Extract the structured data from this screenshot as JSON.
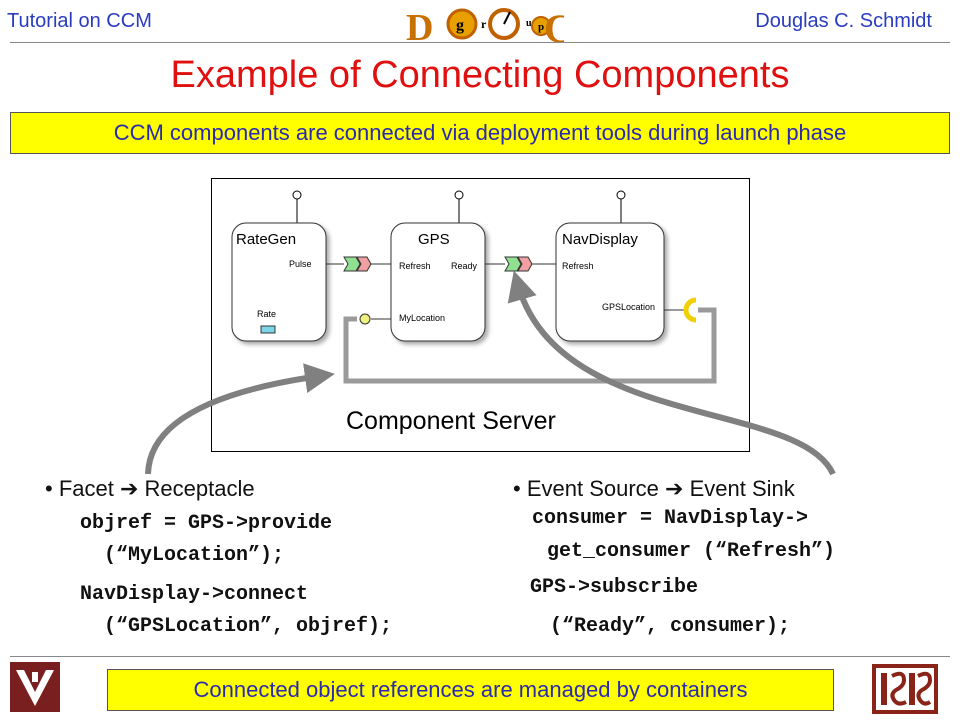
{
  "header": {
    "left_text": "Tutorial on CCM",
    "right_text": "Douglas C. Schmidt",
    "logo_letters": [
      "D",
      "g",
      "r",
      "o",
      "u",
      "p",
      "C"
    ]
  },
  "title": "Example of Connecting Components",
  "subtitle": "CCM components are connected via deployment tools during launch phase",
  "diagram": {
    "components": [
      {
        "name": "RateGen",
        "ports": [
          "Pulse",
          "Rate"
        ]
      },
      {
        "name": "GPS",
        "ports": [
          "Refresh",
          "Ready",
          "MyLocation"
        ]
      },
      {
        "name": "NavDisplay",
        "ports": [
          "Refresh",
          "GPSLocation"
        ]
      }
    ],
    "server_label": "Component Server"
  },
  "left_column": {
    "bullet": "Facet",
    "bullet_target": "Receptacle",
    "code_lines": [
      "objref = GPS->provide",
      " (“MyLocation”);",
      "NavDisplay->connect",
      " (“GPSLocation”, objref);"
    ]
  },
  "right_column": {
    "bullet": "Event Source",
    "bullet_target": "Event Sink",
    "code_lines": [
      "consumer = NavDisplay->",
      " get_consumer (“Refresh”)",
      "GPS->subscribe",
      " (“Ready”, consumer);"
    ]
  },
  "footer": "Connected object references are managed by containers",
  "colors": {
    "header_text": "#2a3cc0",
    "title": "#e01010",
    "highlight_box": "#ffff00",
    "box_text": "#2a2ab0",
    "facet_port": "#7cd4e8",
    "event_source": "#90e090",
    "event_sink": "#f0a0a0",
    "receptacle": "#f0d000"
  }
}
